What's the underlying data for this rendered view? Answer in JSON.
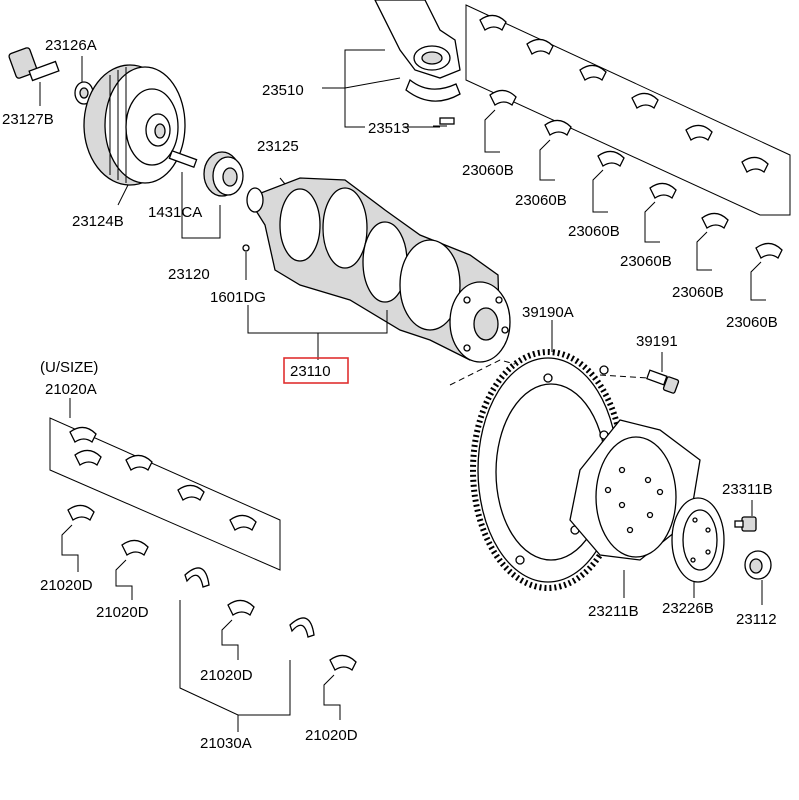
{
  "highlight_color": "#e03030",
  "labels": {
    "p23126A": "23126A",
    "p23127B": "23127B",
    "p23124B": "23124B",
    "p1431CA": "1431CA",
    "p23125": "23125",
    "p23120": "23120",
    "p1601DG": "1601DG",
    "p23110": "23110",
    "p23510": "23510",
    "p23513": "23513",
    "p23060B_1": "23060B",
    "p23060B_2": "23060B",
    "p23060B_3": "23060B",
    "p23060B_4": "23060B",
    "p23060B_5": "23060B",
    "p23060B_6": "23060B",
    "p39190A": "39190A",
    "p39191": "39191",
    "usize": "(U/SIZE)",
    "p21020A": "21020A",
    "p21020D_1": "21020D",
    "p21020D_2": "21020D",
    "p21020D_3": "21020D",
    "p21020D_4": "21020D",
    "p21030A": "21030A",
    "p23311B": "23311B",
    "p23211B": "23211B",
    "p23226B": "23226B",
    "p23112": "23112"
  }
}
